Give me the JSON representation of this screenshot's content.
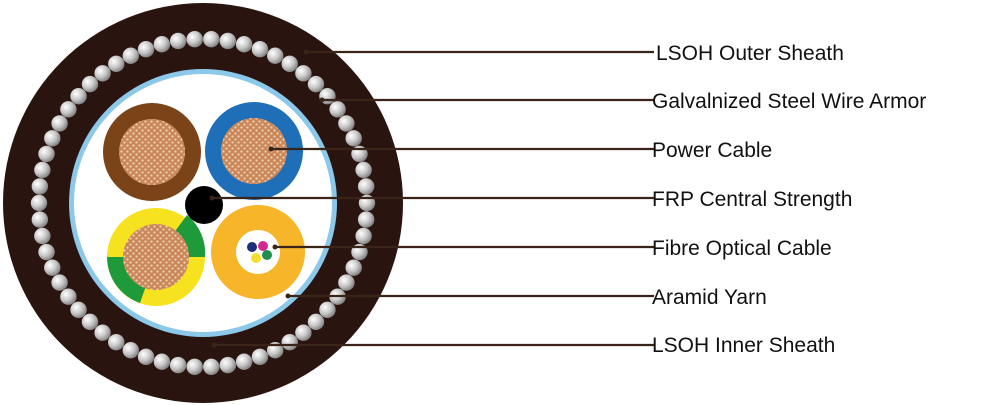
{
  "diagram": {
    "labels": [
      {
        "id": "outer-sheath",
        "text": "LSOH Outer Sheath"
      },
      {
        "id": "steel-wire-armor",
        "text": "Galvalnized Steel Wire Armor"
      },
      {
        "id": "power-cable",
        "text": "Power Cable"
      },
      {
        "id": "frp-central-strength",
        "text": "FRP Central Strength"
      },
      {
        "id": "fibre-optical-cable",
        "text": "Fibre Optical Cable"
      },
      {
        "id": "aramid-yarn",
        "text": "Aramid Yarn"
      },
      {
        "id": "inner-sheath",
        "text": "LSOH Inner Sheath"
      }
    ]
  },
  "colors": {
    "outer_sheath": "#2a1410",
    "armor_wire": "#d2d2d2",
    "inner_sheath": "#2a1410",
    "core_background": "#ffffff",
    "core_border": "#8cc8ea",
    "brown_core": "#7a4318",
    "blue_core": "#1f6fb8",
    "copper": "#c9875a",
    "yellow_core": "#f6e21e",
    "green_core": "#1f9a3a",
    "frp": "#000000",
    "fibre_tube": "#f7b52a",
    "leader_line": "#3a2418"
  }
}
